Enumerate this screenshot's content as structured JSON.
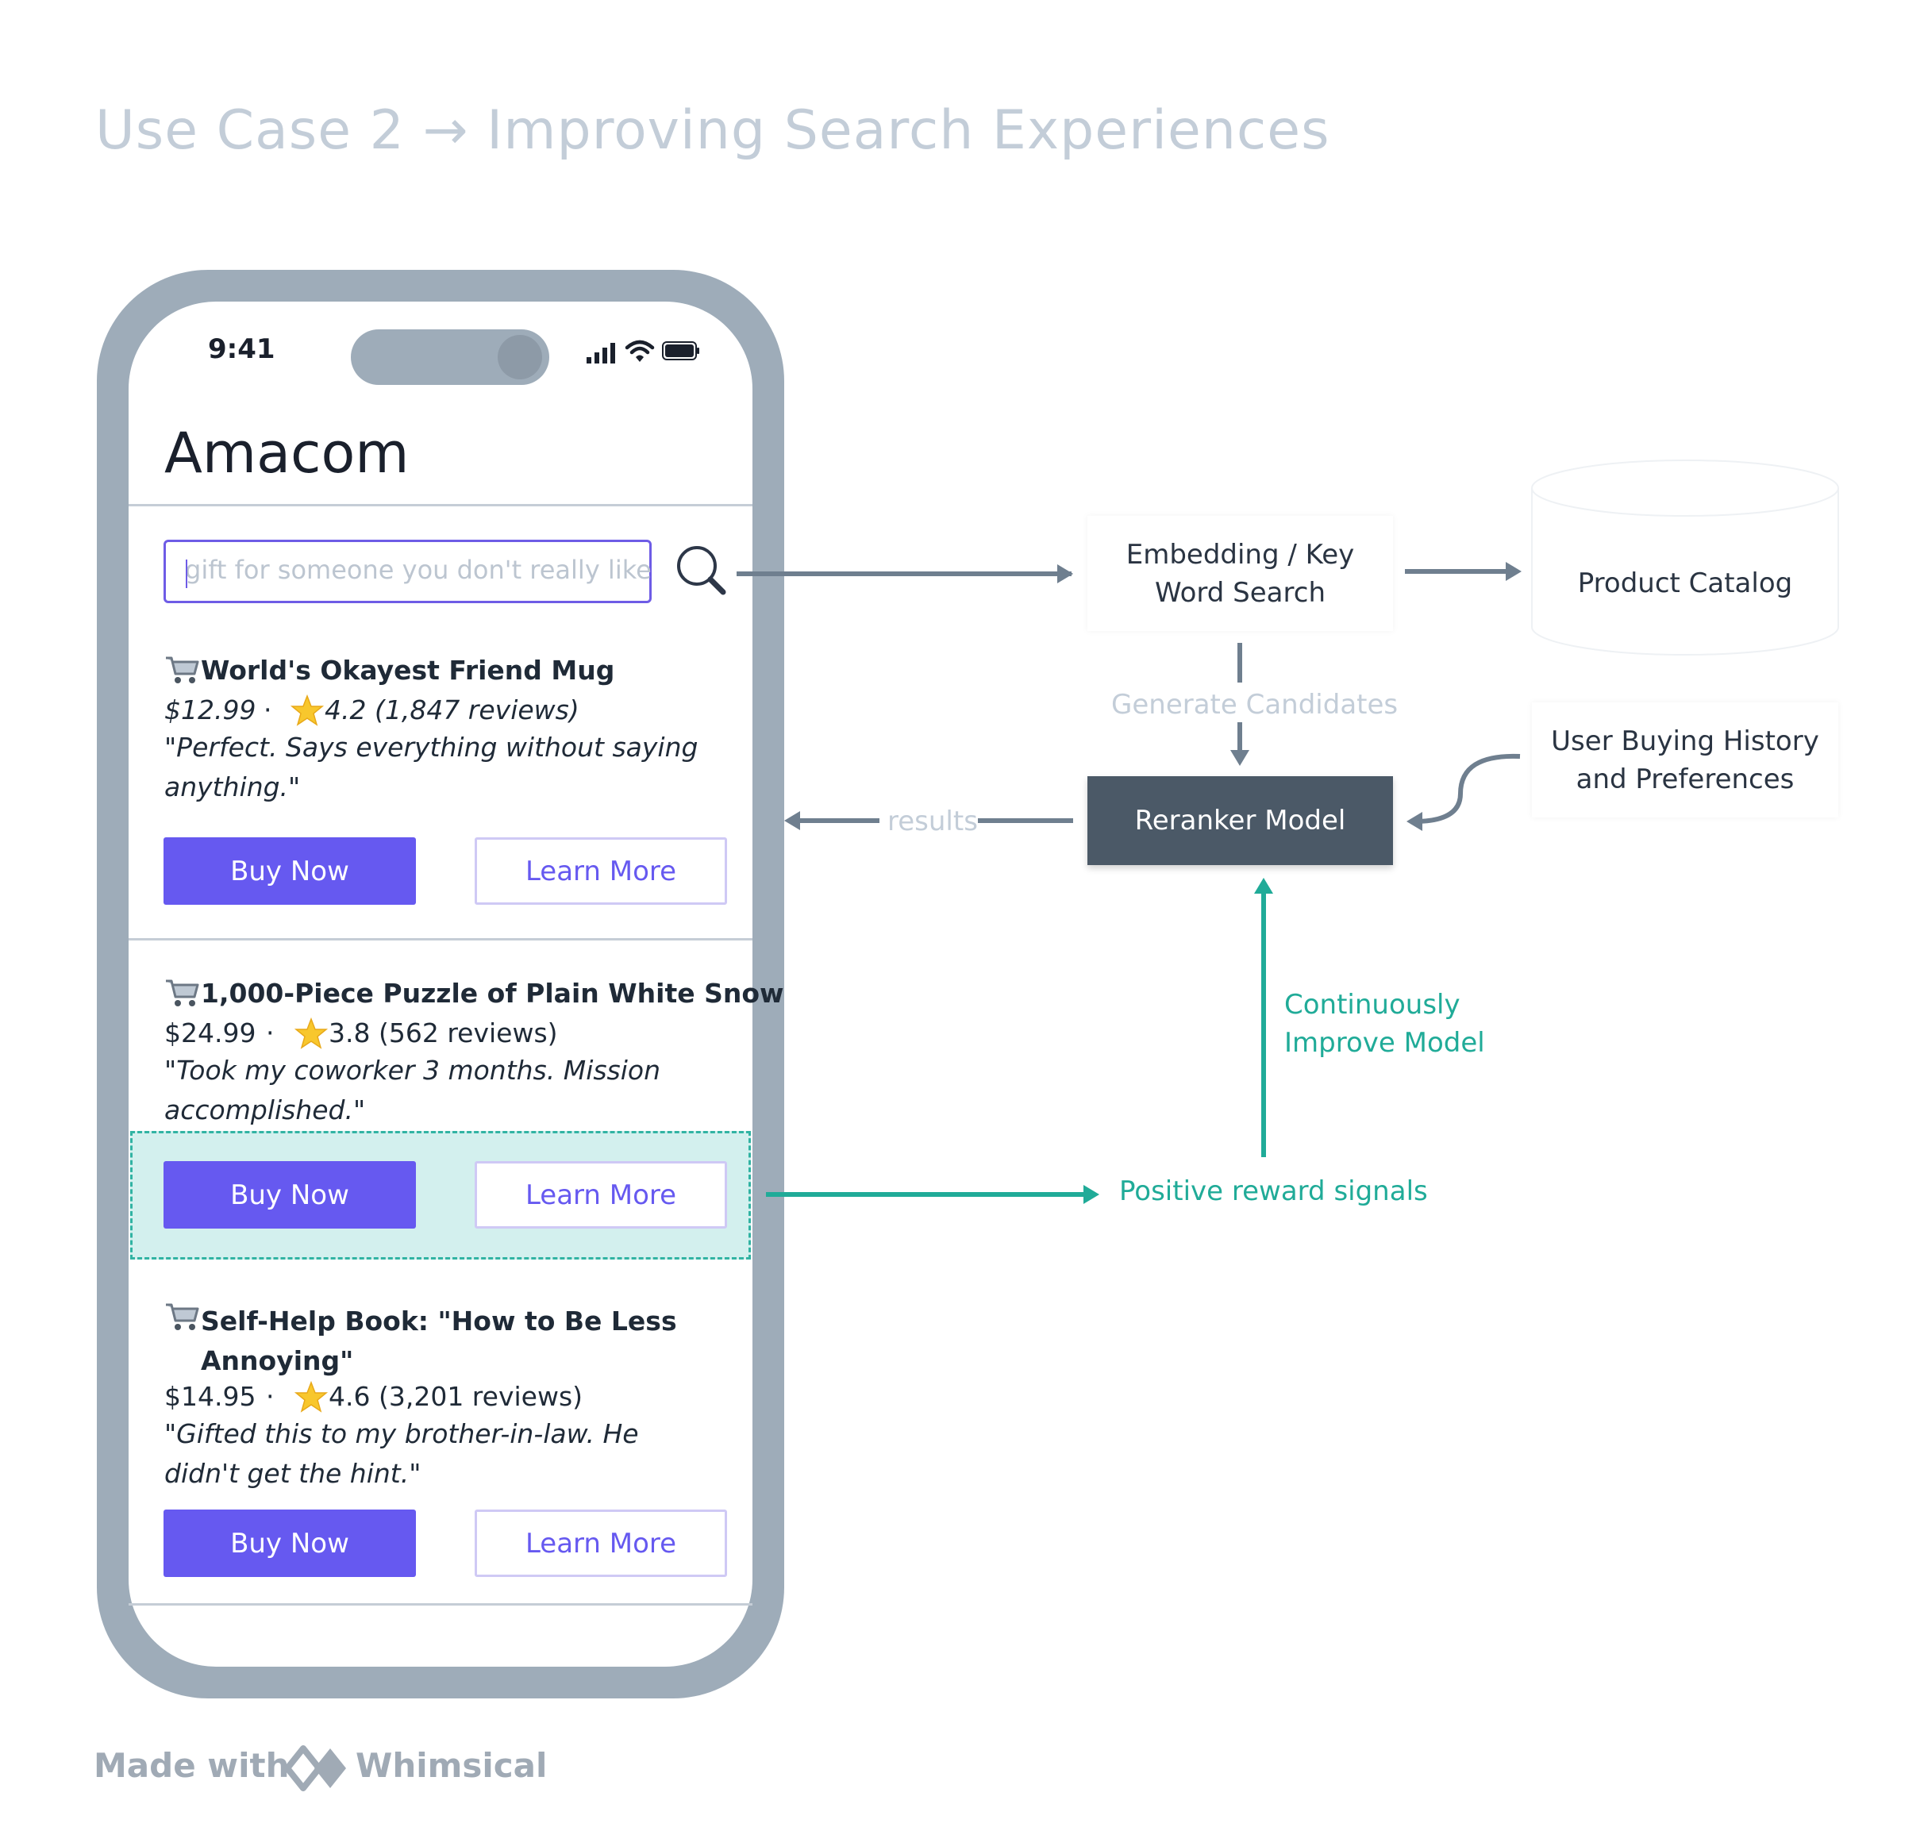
{
  "title": "Use Case 2 → Improving Search Experiences",
  "phone": {
    "status_time": "9:41",
    "app_title": "Amacom",
    "search_placeholder": "gift for someone you don't really like",
    "products": [
      {
        "title": "World's Okayest Friend Mug",
        "price": "$12.99",
        "separator": "·",
        "rating": "4.2 (1,847 reviews)",
        "quote": "\"Perfect. Says everything without saying anything.\"",
        "buy_label": "Buy Now",
        "learn_label": "Learn More"
      },
      {
        "title": "1,000-Piece Puzzle of Plain White Snow",
        "price": "$24.99",
        "separator": "·",
        "rating": "3.8 (562 reviews)",
        "quote": "\"Took my coworker 3 months. Mission accomplished.\"",
        "buy_label": "Buy Now",
        "learn_label": "Learn More"
      },
      {
        "title": "Self-Help Book: \"How to Be Less Annoying\"",
        "price": "$14.95",
        "separator": "·",
        "rating": "4.6 (3,201 reviews)",
        "quote": "\"Gifted this to my brother-in-law. He didn't get the hint.\"",
        "buy_label": "Buy Now",
        "learn_label": "Learn More"
      }
    ]
  },
  "diagram": {
    "nodes": {
      "embedding": "Embedding / Key Word Search",
      "catalog": "Product Catalog",
      "history": "User Buying History and Preferences",
      "reranker": "Reranker Model"
    },
    "labels": {
      "generate": "Generate Candidates",
      "results": "results",
      "improve": "Continuously Improve Model",
      "reward": "Positive reward signals"
    },
    "colors": {
      "accent": "#6659f0",
      "teal": "#20ab98",
      "arrow_gray": "#6f7f8f",
      "dark_node": "#4b5967"
    }
  },
  "footer": {
    "made_with": "Made with",
    "brand": "Whimsical"
  }
}
